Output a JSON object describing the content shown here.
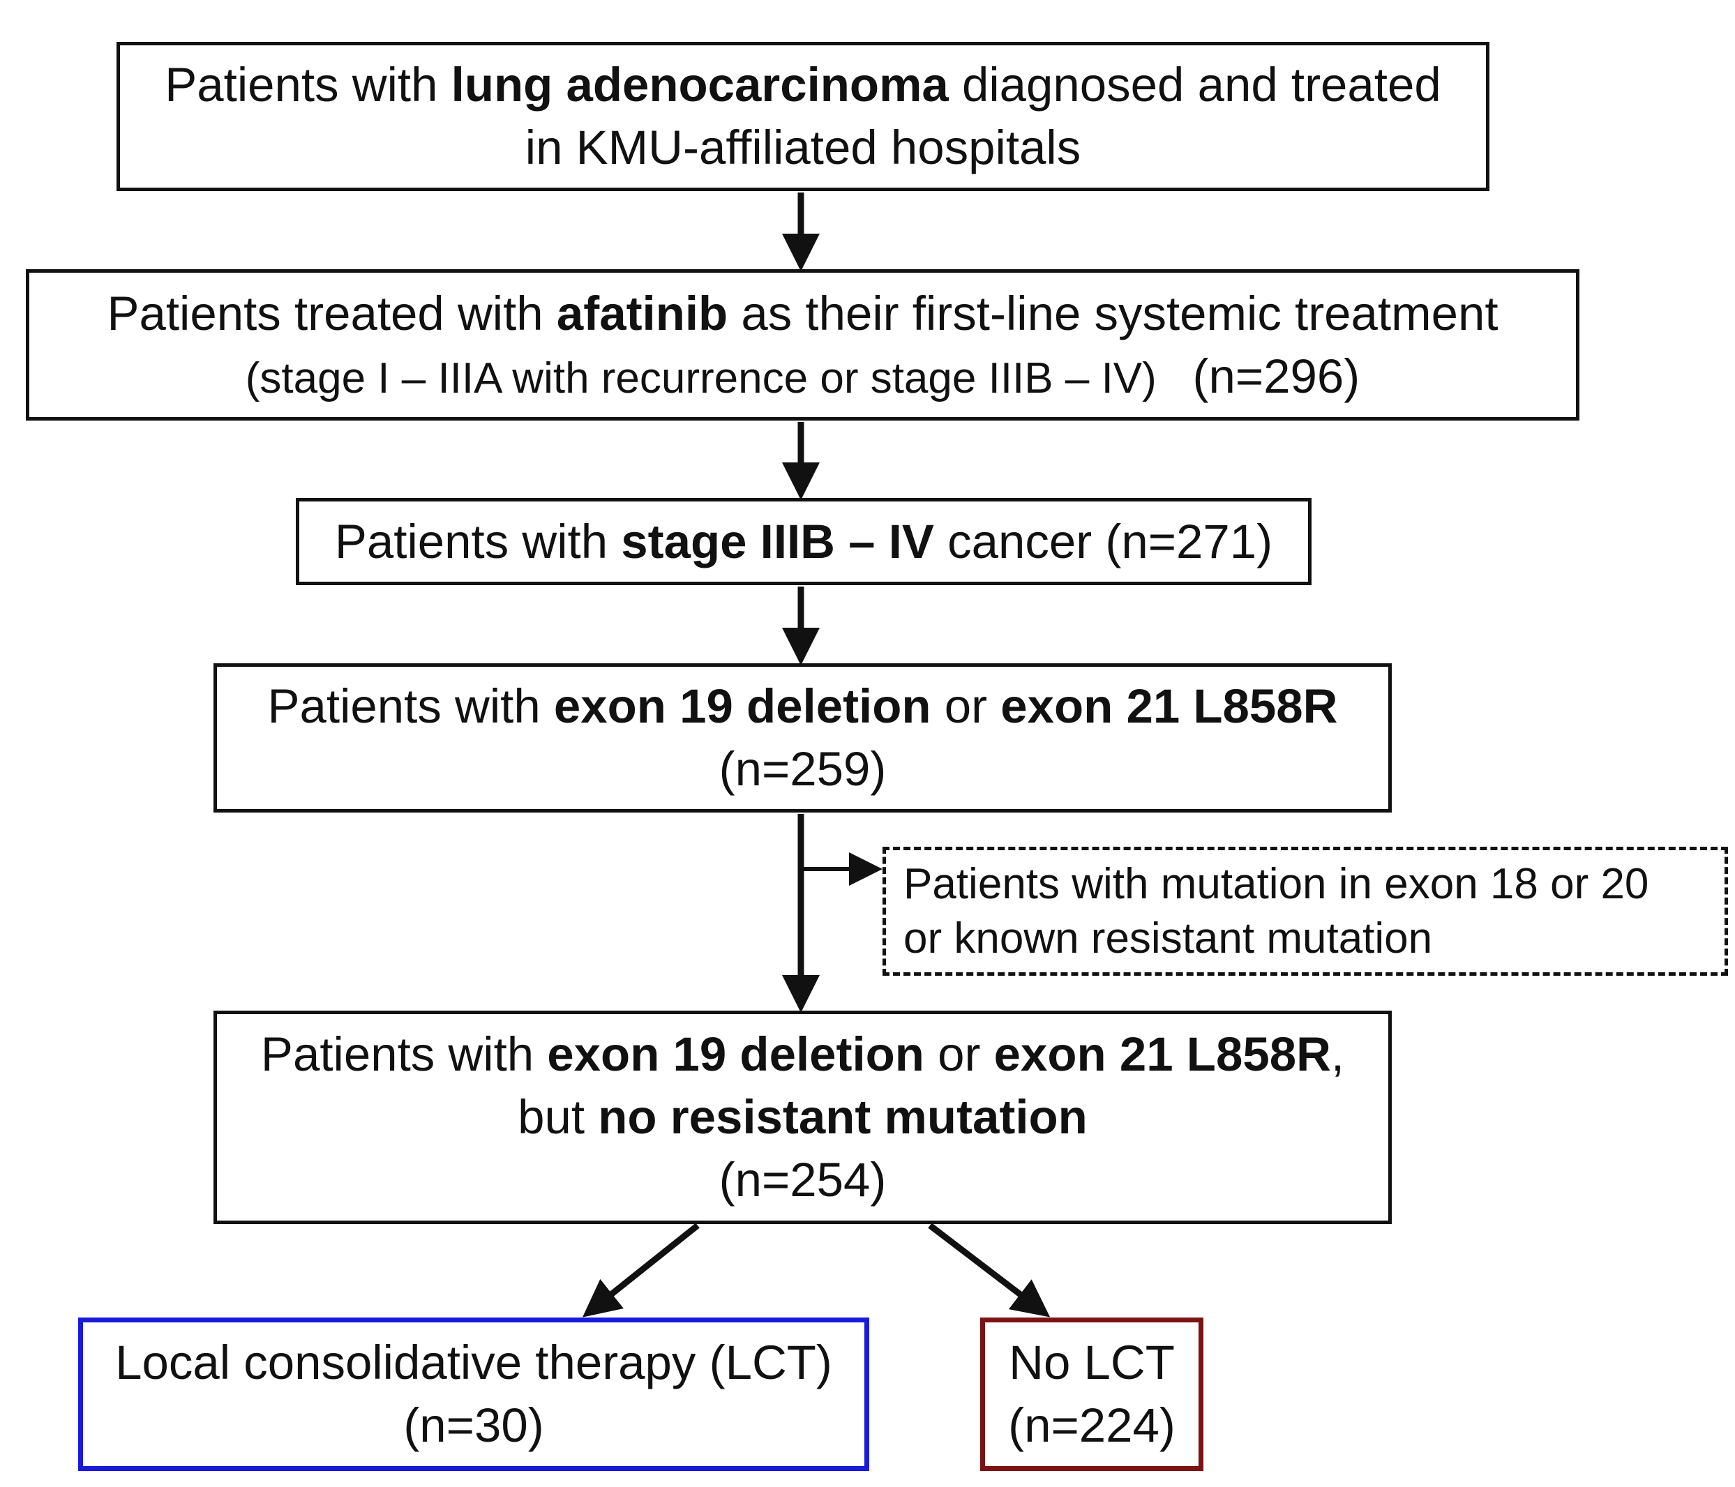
{
  "boxes": {
    "b1": {
      "l1a": "Patients with ",
      "l1b": "lung adenocarcinoma",
      "l1c": " diagnosed and treated",
      "l2": "in KMU-affiliated hospitals"
    },
    "b2": {
      "l1a": "Patients treated with ",
      "l1b": "afatinib",
      "l1c": " as their first-line systemic treatment",
      "l2a": "(stage I – IIIA with recurrence or stage IIIB – IV)",
      "l2b": "(n=296)"
    },
    "b3": {
      "a": "Patients with ",
      "b": "stage IIIB – IV",
      "c": " cancer (n=271)"
    },
    "b4": {
      "l1a": "Patients with ",
      "l1b": "exon 19 deletion",
      "l1c": " or ",
      "l1d": "exon 21 L858R",
      "l2": "(n=259)"
    },
    "exclusion": {
      "l1": "Patients with mutation in exon 18 or 20",
      "l2": "or known resistant mutation"
    },
    "b5": {
      "l1a": "Patients with ",
      "l1b": "exon 19 deletion",
      "l1c": " or ",
      "l1d": "exon 21 L858R",
      "l1e": ",",
      "l2a": "but ",
      "l2b": "no resistant mutation",
      "l3": "(n=254)"
    },
    "lct": {
      "l1": "Local consolidative therapy (LCT)",
      "l2": "(n=30)"
    },
    "nolct": {
      "l1": "No LCT",
      "l2": "(n=224)"
    }
  },
  "colors": {
    "lct_border": "#1a1adb",
    "nolct_border": "#7a1414"
  }
}
